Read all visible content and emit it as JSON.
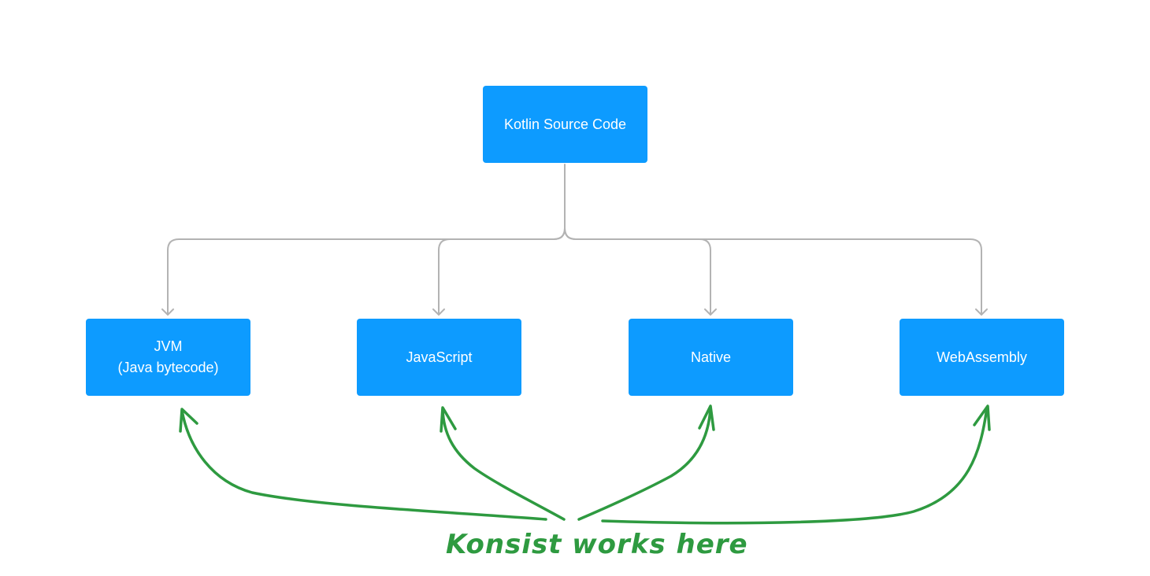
{
  "colors": {
    "node_fill": "#0d9bff",
    "node_text": "#ffffff",
    "connector": "#b3b3b3",
    "annotation": "#2e9a40"
  },
  "diagram": {
    "root": {
      "label": "Kotlin Source Code"
    },
    "targets": [
      {
        "id": "jvm",
        "line1": "JVM",
        "line2": "(Java bytecode)"
      },
      {
        "id": "js",
        "line1": "JavaScript",
        "line2": ""
      },
      {
        "id": "native",
        "line1": "Native",
        "line2": ""
      },
      {
        "id": "wasm",
        "line1": "WebAssembly",
        "line2": ""
      }
    ],
    "annotation": {
      "text": "Konsist works here",
      "points_to": [
        "jvm",
        "js",
        "native",
        "wasm"
      ]
    }
  }
}
